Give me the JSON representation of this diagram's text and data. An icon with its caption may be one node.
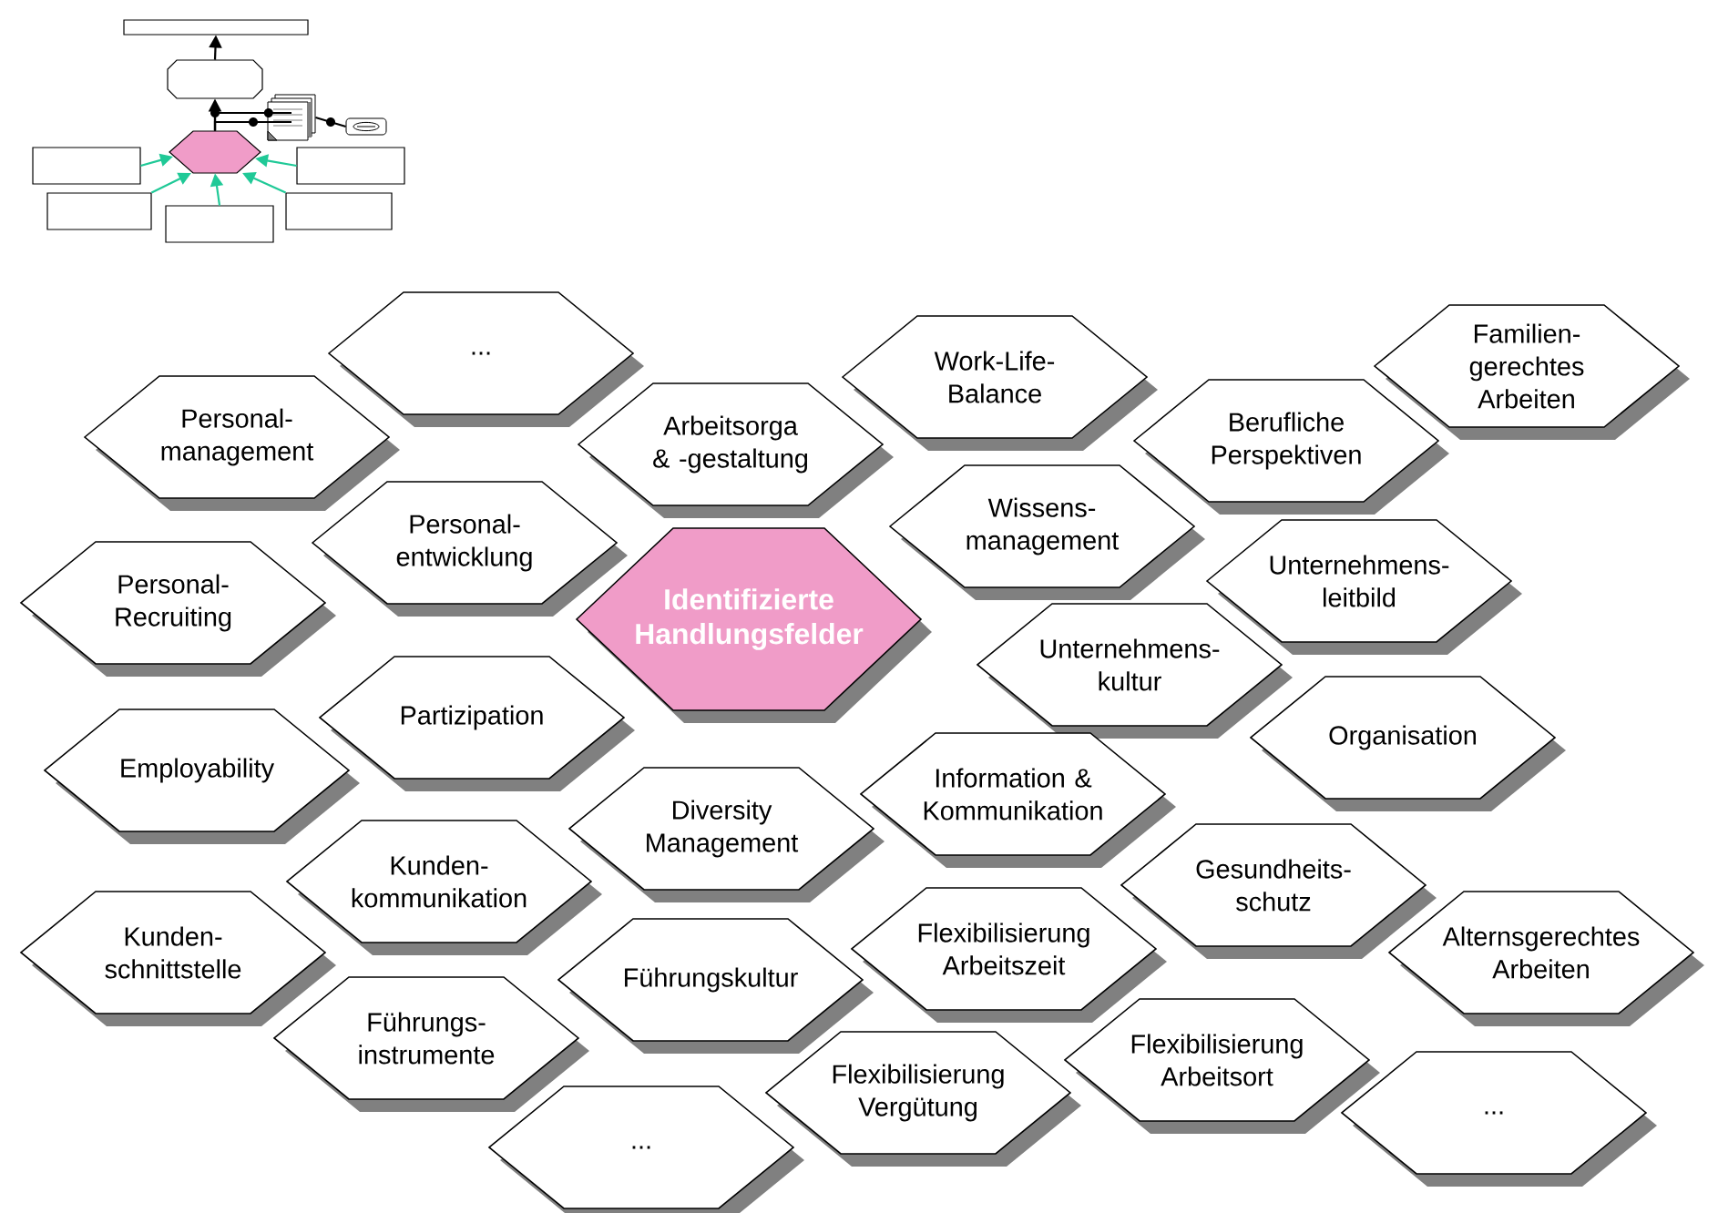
{
  "diagram": {
    "nodes": [
      {
        "text": [],
        "shape": "box"
      },
      {
        "text": [],
        "shape": "octagon"
      },
      {
        "text": [],
        "shape": "picture"
      },
      {
        "text": [],
        "shape": "picture"
      },
      {
        "text": [],
        "shape": "hexagon"
      },
      {
        "text": [],
        "shape": "box"
      },
      {
        "text": [],
        "shape": "box"
      },
      {
        "text": [],
        "shape": "box"
      },
      {
        "text": [],
        "shape": "box"
      },
      {
        "text": [],
        "shape": "box"
      },
      {
        "text": [
          "..."
        ]
      },
      {
        "text": [
          "Familien- gerechtes Arbeiten"
        ]
      },
      {
        "text": [
          "Work-Life- Balance"
        ]
      },
      {
        "text": [
          "Personal- management"
        ]
      },
      {
        "text": [
          "Berufliche Perspektiven"
        ]
      },
      {
        "text": [
          "Arbeitsorga & -gestaltung"
        ]
      },
      {
        "text": [
          "Wissens- management"
        ]
      },
      {
        "text": [
          "Personal- entwicklung"
        ]
      },
      {
        "text": [
          "Unternehmens- leitbild"
        ]
      },
      {
        "text": [
          "Personal- Recruiting"
        ]
      },
      {
        "text": [
          "Identifizierte Handlungsfelder"
        ]
      },
      {
        "text": [
          "Unternehmens- kultur"
        ]
      },
      {
        "text": [
          "Partizipation"
        ]
      },
      {
        "text": [
          "Organisation"
        ]
      },
      {
        "text": [
          "Employability"
        ]
      },
      {
        "text": [
          "Information & Kommunikation"
        ]
      },
      {
        "text": [
          "Diversity Management"
        ]
      },
      {
        "text": [
          "Kunden- kommunikation"
        ]
      },
      {
        "text": [
          "Gesundheits- schutz"
        ]
      },
      {
        "text": [
          "Flexibilisierung Arbeitszeit"
        ]
      },
      {
        "text": [
          "Alternsgerechtes Arbeiten"
        ]
      },
      {
        "text": [
          "Kunden- schnittstelle"
        ]
      },
      {
        "text": [
          "Führungskultur"
        ]
      },
      {
        "text": [
          "Führungs- instrumente"
        ]
      },
      {
        "text": [
          "Flexibilisierung Arbeitsort"
        ]
      },
      {
        "text": [
          "Flexibilisierung Vergütung"
        ]
      },
      {
        "text": [
          "..."
        ]
      },
      {
        "text": [
          "..."
        ]
      }
    ],
    "edges": [
      {
        "from": 1,
        "to": 0,
        "arrow": "to",
        "color": "#000000"
      },
      {
        "from": 4,
        "to": 1,
        "arrow": "to",
        "color": "#000000"
      },
      {
        "from": 4,
        "to": 2,
        "arrow": "none",
        "color": "#000000"
      },
      {
        "from": 4,
        "to": 2,
        "arrow": "none",
        "color": "#000000"
      },
      {
        "from": 3,
        "to": 2,
        "arrow": "none",
        "color": "#000000"
      },
      {
        "from": 5,
        "to": 4,
        "arrow": "to",
        "color": "#20c997"
      },
      {
        "from": 6,
        "to": 4,
        "arrow": "to",
        "color": "#20c997"
      },
      {
        "from": 7,
        "to": 4,
        "arrow": "to",
        "color": "#20c997"
      },
      {
        "from": 8,
        "to": 4,
        "arrow": "to",
        "color": "#20c997"
      },
      {
        "from": 9,
        "to": 4,
        "arrow": "to",
        "color": "#20c997"
      }
    ]
  }
}
